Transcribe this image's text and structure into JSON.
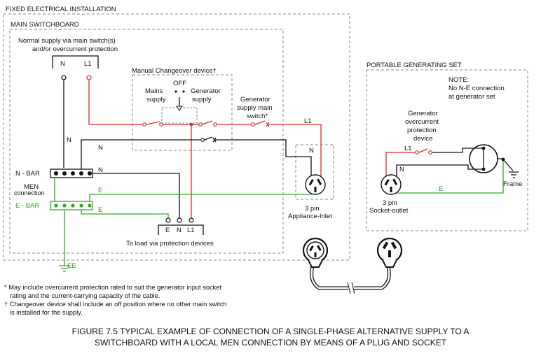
{
  "labels": {
    "fixed_installation": "FIXED ELECTRICAL INSTALLATION",
    "main_switchboard": "MAIN SWITCHBOARD",
    "normal_supply_1": "Normal supply via main switch(s)",
    "normal_supply_2": "and/or overcurrent protection",
    "n_top": "N",
    "l1_top": "L1",
    "manual_changeover": "Manual Changeover device†",
    "off": "OFF",
    "mains": "Mains",
    "supply_left": "supply",
    "generator": "Generator",
    "supply_right": "supply",
    "gen_supply_main_1": "Generator",
    "gen_supply_main_2": "supply main",
    "gen_supply_main_3": "switch*",
    "l1_gen": "L1",
    "n_inlet": "N",
    "n_wire_1": "N",
    "n_wire_2": "N",
    "n_wire_3": "N",
    "n_bar": "N - BAR",
    "men_1": "MEN",
    "men_2": "connection",
    "e_bar": "E - BAR",
    "e_wire_1": "E",
    "e_wire_2": "E",
    "load_e": "E",
    "load_n": "N",
    "load_l1": "L1",
    "to_load": "To load via protection devices",
    "ee": "EE",
    "three_pin_inlet_1": "3 pin",
    "three_pin_inlet_2": "Appliance-Inlet",
    "portable_set": "PORTABLE GENERATING SET",
    "note_1": "NOTE:",
    "note_2": "No N-E connection",
    "note_3": "at generator set",
    "gen_ocp_1": "Generator",
    "gen_ocp_2": "overcurrent",
    "gen_ocp_3": "protection",
    "gen_ocp_4": "device",
    "l1_portable": "L1",
    "n_portable": "N",
    "e_portable": "E",
    "frame": "Frame",
    "socket_1": "3 pin",
    "socket_2": "Socket-outlet"
  },
  "footnotes": {
    "star_1": "* May include overcurrent protection rated to suit the generator input socket",
    "star_2": "rating and the current-carrying capacity of the cable.",
    "dagger_1": "† Changeover device shall include an off position where no other main switch",
    "dagger_2": "is installed for the supply."
  },
  "caption": {
    "line1": "FIGURE  7.5   TYPICAL EXAMPLE OF CONNECTION OF A SINGLE-PHASE ALTERNATIVE SUPPLY TO A",
    "line2": "SWITCHBOARD WITH A LOCAL MEN CONNECTION BY MEANS OF A PLUG AND SOCKET"
  },
  "colors": {
    "active": "#e0262b",
    "earth": "#36a336",
    "neutral": "#111111",
    "border": "#8a8a8a"
  }
}
